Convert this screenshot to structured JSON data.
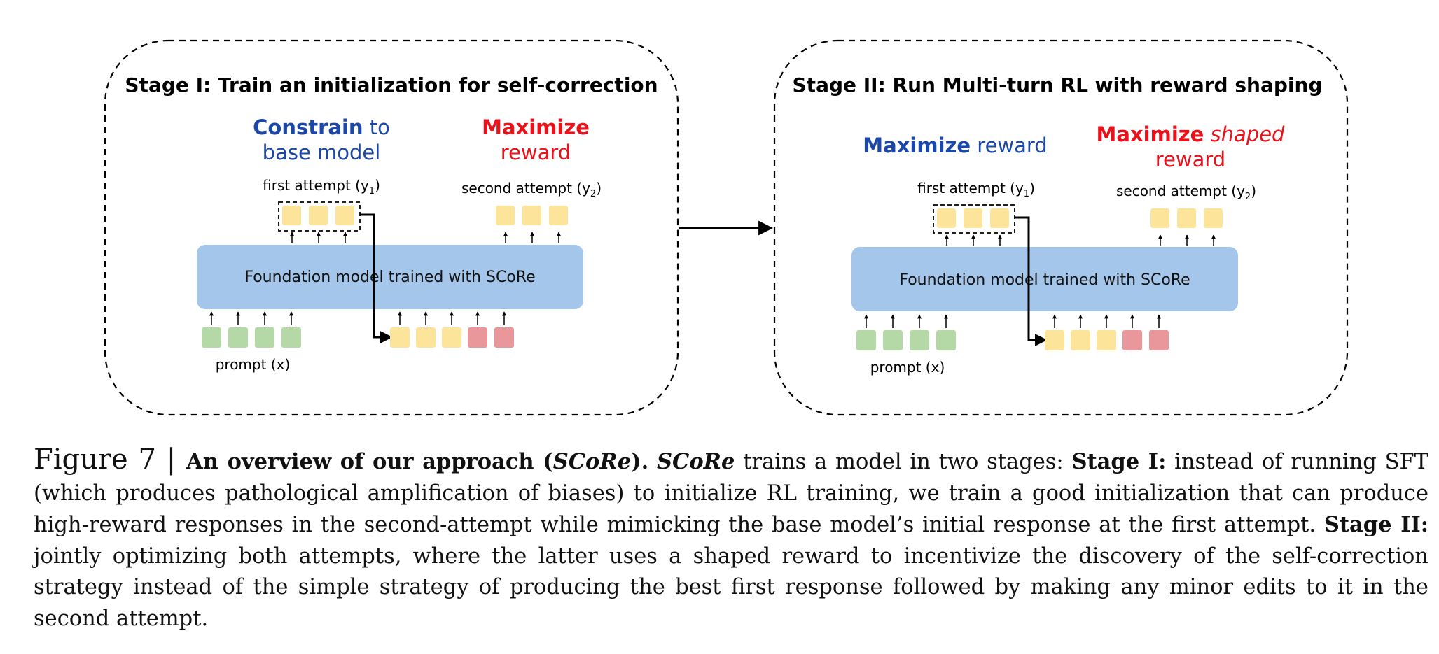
{
  "colors": {
    "blue_text": "#1a47a8",
    "red_text": "#e8121b",
    "model_box": "#a4c6ea",
    "token_yellow": "#fde49b",
    "token_green": "#b4d9a6",
    "token_red": "#e9979a",
    "line": "#000000"
  },
  "stage1": {
    "title": "Stage I: Train an initialization for self-correction",
    "left_bold": "Constrain",
    "left_rest1": " to",
    "left_line2": "base model",
    "right_line1": "Maximize",
    "right_line2": "reward",
    "first_attempt": "first attempt (y",
    "first_sub": "1",
    "second_attempt": "second attempt (y",
    "second_sub": "2",
    "close_paren": ")",
    "model": "Foundation model trained with SCoRe",
    "prompt": "prompt (x)"
  },
  "stage2": {
    "title": "Stage II: Run Multi-turn RL with reward shaping",
    "left_bold": "Maximize",
    "left_rest": " reward",
    "right_bold": "Maximize",
    "right_italic": " shaped",
    "right_line2": "reward",
    "first_attempt": "first attempt (y",
    "first_sub": "1",
    "second_attempt": "second attempt (y",
    "second_sub": "2",
    "close_paren": ")",
    "model": "Foundation model trained with SCoRe",
    "prompt": "prompt (x)"
  },
  "caption": {
    "fig_label": "Figure 7 | ",
    "title_bold": "An overview of our approach (",
    "title_italic": "SCoRe",
    "title_end": ").",
    "score_italic": "SCoRe",
    "text1": " trains a model in two stages: ",
    "stage1_bold": "Stage I:",
    "text2": " instead of running SFT (which produces pathological amplification of biases) to initialize RL training, we train a good initialization that can produce high-reward responses in the second-attempt while mimicking the base model’s initial response at the first attempt. ",
    "stage2_bold": "Stage II:",
    "text3": " jointly optimizing both attempts, where the latter uses a shaped reward to incentivize the discovery of the self-correction strategy instead of the simple strategy of producing the best first response followed by making any minor edits to it in the second attempt."
  }
}
